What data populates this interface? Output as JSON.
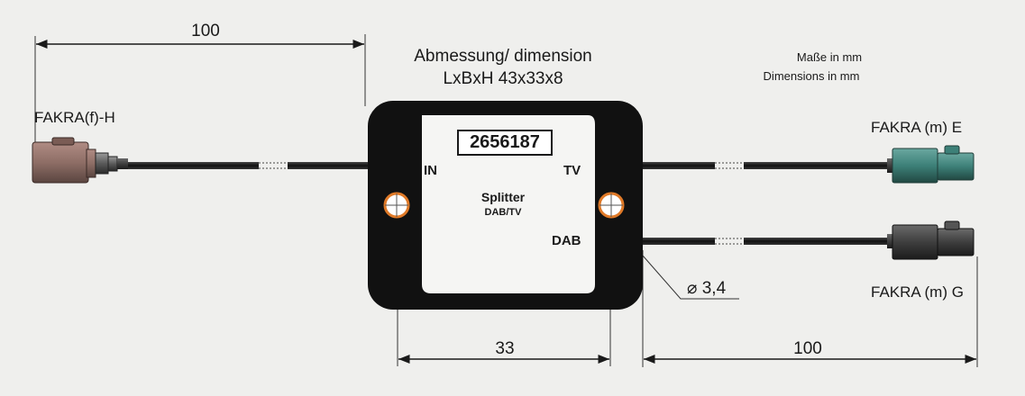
{
  "dimensions": {
    "left_cable_length": "100",
    "body_width": "33",
    "right_cable_length": "100",
    "diameter": "⌀ 3,4"
  },
  "header": {
    "line1": "Abmessung/ dimension",
    "line2": "LxBxH 43x33x8"
  },
  "units_note": {
    "de": "Maße in mm",
    "en": "Dimensions in mm"
  },
  "connectors": {
    "left": "FAKRA(f)-H",
    "right_top": "FAKRA (m) E",
    "right_bottom": "FAKRA (m) G"
  },
  "splitter": {
    "part_number": "2656187",
    "port_in": "IN",
    "port_tv": "TV",
    "port_dab": "DAB",
    "name": "Splitter",
    "subtitle": "DAB/TV"
  },
  "colors": {
    "background": "#efefed",
    "housing": "#111111",
    "label_panel": "#f5f5f3",
    "left_connector": "#8e6e66",
    "connector_e": "#3d8078",
    "connector_g": "#3e3e3e",
    "mount_hole_ring": "#e07a28",
    "cable": "#1a1a1a"
  }
}
